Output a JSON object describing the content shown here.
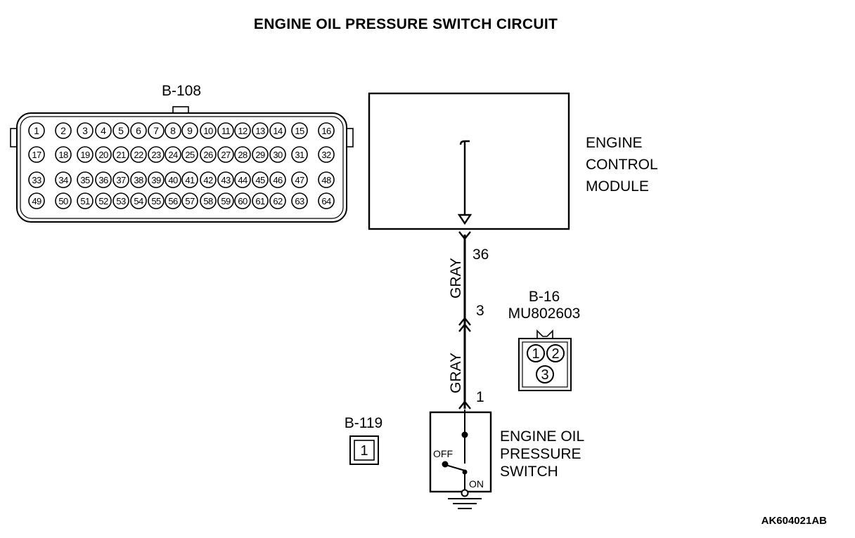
{
  "title": "ENGINE OIL PRESSURE SWITCH CIRCUIT",
  "ecm_connector": {
    "label": "B-108",
    "rows": [
      [
        "1",
        "2",
        "3",
        "4",
        "5",
        "6",
        "7",
        "8",
        "9",
        "10",
        "11",
        "12",
        "13",
        "14",
        "15",
        "16"
      ],
      [
        "17",
        "18",
        "19",
        "20",
        "21",
        "22",
        "23",
        "24",
        "25",
        "26",
        "27",
        "28",
        "29",
        "30",
        "31",
        "32"
      ],
      [
        "33",
        "34",
        "35",
        "36",
        "37",
        "38",
        "39",
        "40",
        "41",
        "42",
        "43",
        "44",
        "45",
        "46",
        "47",
        "48"
      ],
      [
        "49",
        "50",
        "51",
        "52",
        "53",
        "54",
        "55",
        "56",
        "57",
        "58",
        "59",
        "60",
        "61",
        "62",
        "63",
        "64"
      ]
    ]
  },
  "ecm": {
    "line1": "ENGINE",
    "line2": "CONTROL",
    "line3": "MODULE"
  },
  "wire": {
    "ecm_pin": "36",
    "upper_color": "GRAY",
    "joint_pin": "3",
    "lower_color": "GRAY",
    "switch_pin": "1"
  },
  "joint_connector": {
    "label": "B-16",
    "part_number": "MU802603",
    "pins": [
      "1",
      "2",
      "3"
    ]
  },
  "switch_connector": {
    "label": "B-119",
    "pin": "1"
  },
  "switch": {
    "line1": "ENGINE OIL",
    "line2": "PRESSURE",
    "line3": "SWITCH",
    "off_label": "OFF",
    "on_label": "ON"
  },
  "figure_code": "AK604021AB"
}
